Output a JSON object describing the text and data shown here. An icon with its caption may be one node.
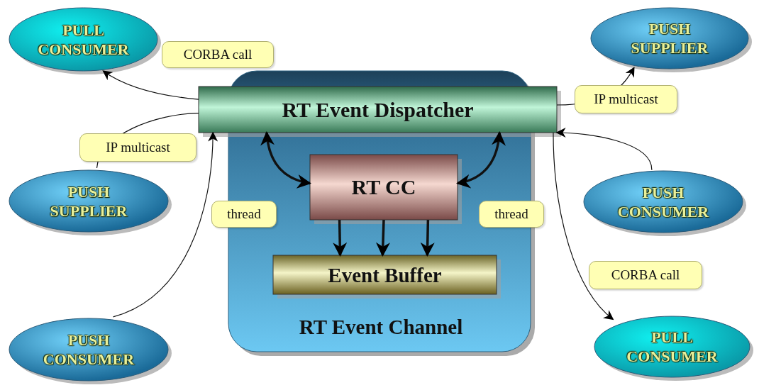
{
  "diagram": {
    "nodes": [
      {
        "text": [
          "PULL CONSUMER"
        ]
      },
      {
        "text": [
          "PUSH SUPPLIER"
        ]
      },
      {
        "text": [
          "RT Event Channel"
        ]
      },
      {
        "text": [
          "RT Event Dispatcher"
        ]
      },
      {
        "text": [
          "RT CC"
        ],
        "in": 2
      },
      {
        "text": [
          "Event Buffer"
        ],
        "in": 2
      },
      {
        "text": [
          "PUSH SUPPLIER"
        ]
      },
      {
        "text": [
          "PUSH CONSUMER"
        ]
      },
      {
        "text": [
          "PUSH CONSUMER"
        ]
      },
      {
        "text": [
          "PULL CONSUMER"
        ]
      }
    ],
    "edges": [
      {
        "from": 3,
        "to": 0,
        "arrow": "to",
        "label": "CORBA call"
      },
      {
        "from": 3,
        "to": 1,
        "arrow": "to",
        "label": "IP multicast"
      },
      {
        "from": 6,
        "to": 3,
        "arrow": "none",
        "label": "IP multicast"
      },
      {
        "from": 8,
        "to": 3,
        "arrow": "to"
      },
      {
        "from": 7,
        "to": 3,
        "arrow": "to"
      },
      {
        "from": 3,
        "to": 9,
        "arrow": "to",
        "label": "CORBA call"
      },
      {
        "from": 3,
        "to": 4,
        "arrow": "both",
        "style": "thick",
        "label": "thread"
      },
      {
        "from": 3,
        "to": 4,
        "arrow": "both",
        "style": "thick",
        "label": "thread"
      },
      {
        "from": 4,
        "to": 5,
        "arrow": "to",
        "style": "thick"
      },
      {
        "from": 4,
        "to": 5,
        "arrow": "to",
        "style": "thick"
      },
      {
        "from": 4,
        "to": 5,
        "arrow": "to",
        "style": "thick"
      }
    ]
  }
}
